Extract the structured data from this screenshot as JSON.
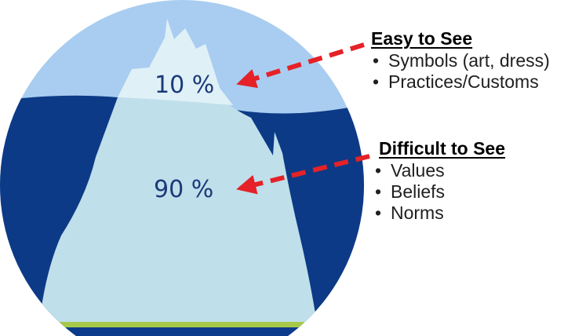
{
  "diagram": {
    "top_percent": "10 %",
    "bottom_percent": "90 %",
    "colors": {
      "sky": "#a9cdf0",
      "deep_water": "#0d3a86",
      "ice_tip": "#dff1f7",
      "ice_body": "#bfdfeb",
      "seabed_green": "#a8c84a",
      "seabed_blue": "#0c3b8c",
      "arrow": "#e42227"
    }
  },
  "easy": {
    "heading": "Easy to See",
    "items": [
      "Symbols (art, dress)",
      "Practices/Customs"
    ]
  },
  "difficult": {
    "heading": "Difficult to See",
    "items": [
      "Values",
      "Beliefs",
      "Norms"
    ]
  }
}
